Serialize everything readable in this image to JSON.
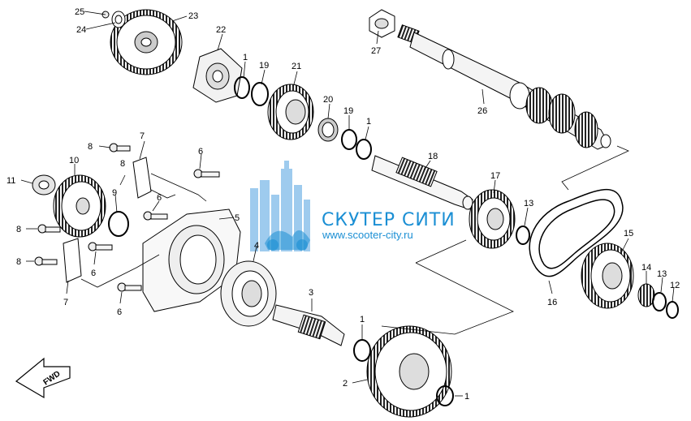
{
  "diagram": {
    "labels": [
      "1",
      "2",
      "3",
      "4",
      "5",
      "6",
      "7",
      "8",
      "9",
      "10",
      "11",
      "12",
      "13",
      "14",
      "15",
      "16",
      "17",
      "18",
      "19",
      "20",
      "21",
      "22",
      "23",
      "24",
      "25",
      "26",
      "27"
    ],
    "watermark": {
      "title": "СКУТЕР СИТИ",
      "url": "www.scooter-city.ru",
      "color": "#1b8fd4"
    },
    "direction_marker": "FWD"
  }
}
